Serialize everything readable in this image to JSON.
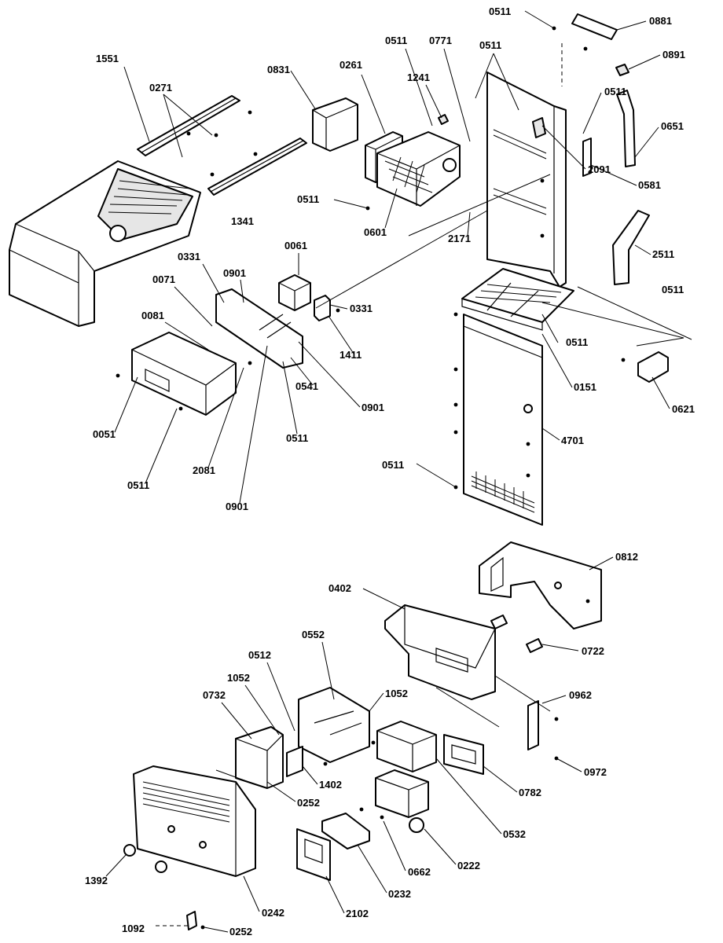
{
  "diagram": {
    "labels": [
      {
        "id": "l0511a",
        "text": "0511"
      },
      {
        "id": "l0881",
        "text": "0881"
      },
      {
        "id": "l0891",
        "text": "0891"
      },
      {
        "id": "l1551",
        "text": "1551"
      },
      {
        "id": "l0271",
        "text": "0271"
      },
      {
        "id": "l0831",
        "text": "0831"
      },
      {
        "id": "l0261",
        "text": "0261"
      },
      {
        "id": "l0511b",
        "text": "0511"
      },
      {
        "id": "l0771",
        "text": "0771"
      },
      {
        "id": "l0511c",
        "text": "0511"
      },
      {
        "id": "l1241",
        "text": "1241"
      },
      {
        "id": "l0511d",
        "text": "0511"
      },
      {
        "id": "l0651",
        "text": "0651"
      },
      {
        "id": "l2091",
        "text": "2091"
      },
      {
        "id": "l0581",
        "text": "0581"
      },
      {
        "id": "l0511e",
        "text": "0511"
      },
      {
        "id": "l0601",
        "text": "0601"
      },
      {
        "id": "l1341",
        "text": "1341"
      },
      {
        "id": "l2171",
        "text": "2171"
      },
      {
        "id": "l2511",
        "text": "2511"
      },
      {
        "id": "l0061",
        "text": "0061"
      },
      {
        "id": "l0331a",
        "text": "0331"
      },
      {
        "id": "l0901a",
        "text": "0901"
      },
      {
        "id": "l0071",
        "text": "0071"
      },
      {
        "id": "l0081",
        "text": "0081"
      },
      {
        "id": "l0331b",
        "text": "0331"
      },
      {
        "id": "l1411",
        "text": "1411"
      },
      {
        "id": "l0511f",
        "text": "0511"
      },
      {
        "id": "l0511g",
        "text": "0511"
      },
      {
        "id": "l0151",
        "text": "0151"
      },
      {
        "id": "l0621",
        "text": "0621"
      },
      {
        "id": "l0541",
        "text": "0541"
      },
      {
        "id": "l0901b",
        "text": "0901"
      },
      {
        "id": "l0051",
        "text": "0051"
      },
      {
        "id": "l0511h",
        "text": "0511"
      },
      {
        "id": "l4701",
        "text": "4701"
      },
      {
        "id": "l2081",
        "text": "2081"
      },
      {
        "id": "l0511i",
        "text": "0511"
      },
      {
        "id": "l0511j",
        "text": "0511"
      },
      {
        "id": "l0901c",
        "text": "0901"
      },
      {
        "id": "l0812",
        "text": "0812"
      },
      {
        "id": "l0402",
        "text": "0402"
      },
      {
        "id": "l0722",
        "text": "0722"
      },
      {
        "id": "l0552",
        "text": "0552"
      },
      {
        "id": "l0512",
        "text": "0512"
      },
      {
        "id": "l1052a",
        "text": "1052"
      },
      {
        "id": "l1052b",
        "text": "1052"
      },
      {
        "id": "l0732",
        "text": "0732"
      },
      {
        "id": "l0962",
        "text": "0962"
      },
      {
        "id": "l1402",
        "text": "1402"
      },
      {
        "id": "l0252a",
        "text": "0252"
      },
      {
        "id": "l0972",
        "text": "0972"
      },
      {
        "id": "l0782",
        "text": "0782"
      },
      {
        "id": "l0532",
        "text": "0532"
      },
      {
        "id": "l1392",
        "text": "1392"
      },
      {
        "id": "l0222",
        "text": "0222"
      },
      {
        "id": "l0662",
        "text": "0662"
      },
      {
        "id": "l0232",
        "text": "0232"
      },
      {
        "id": "l0242",
        "text": "0242"
      },
      {
        "id": "l2102",
        "text": "2102"
      },
      {
        "id": "l1092",
        "text": "1092"
      },
      {
        "id": "l0252b",
        "text": "0252"
      }
    ]
  }
}
